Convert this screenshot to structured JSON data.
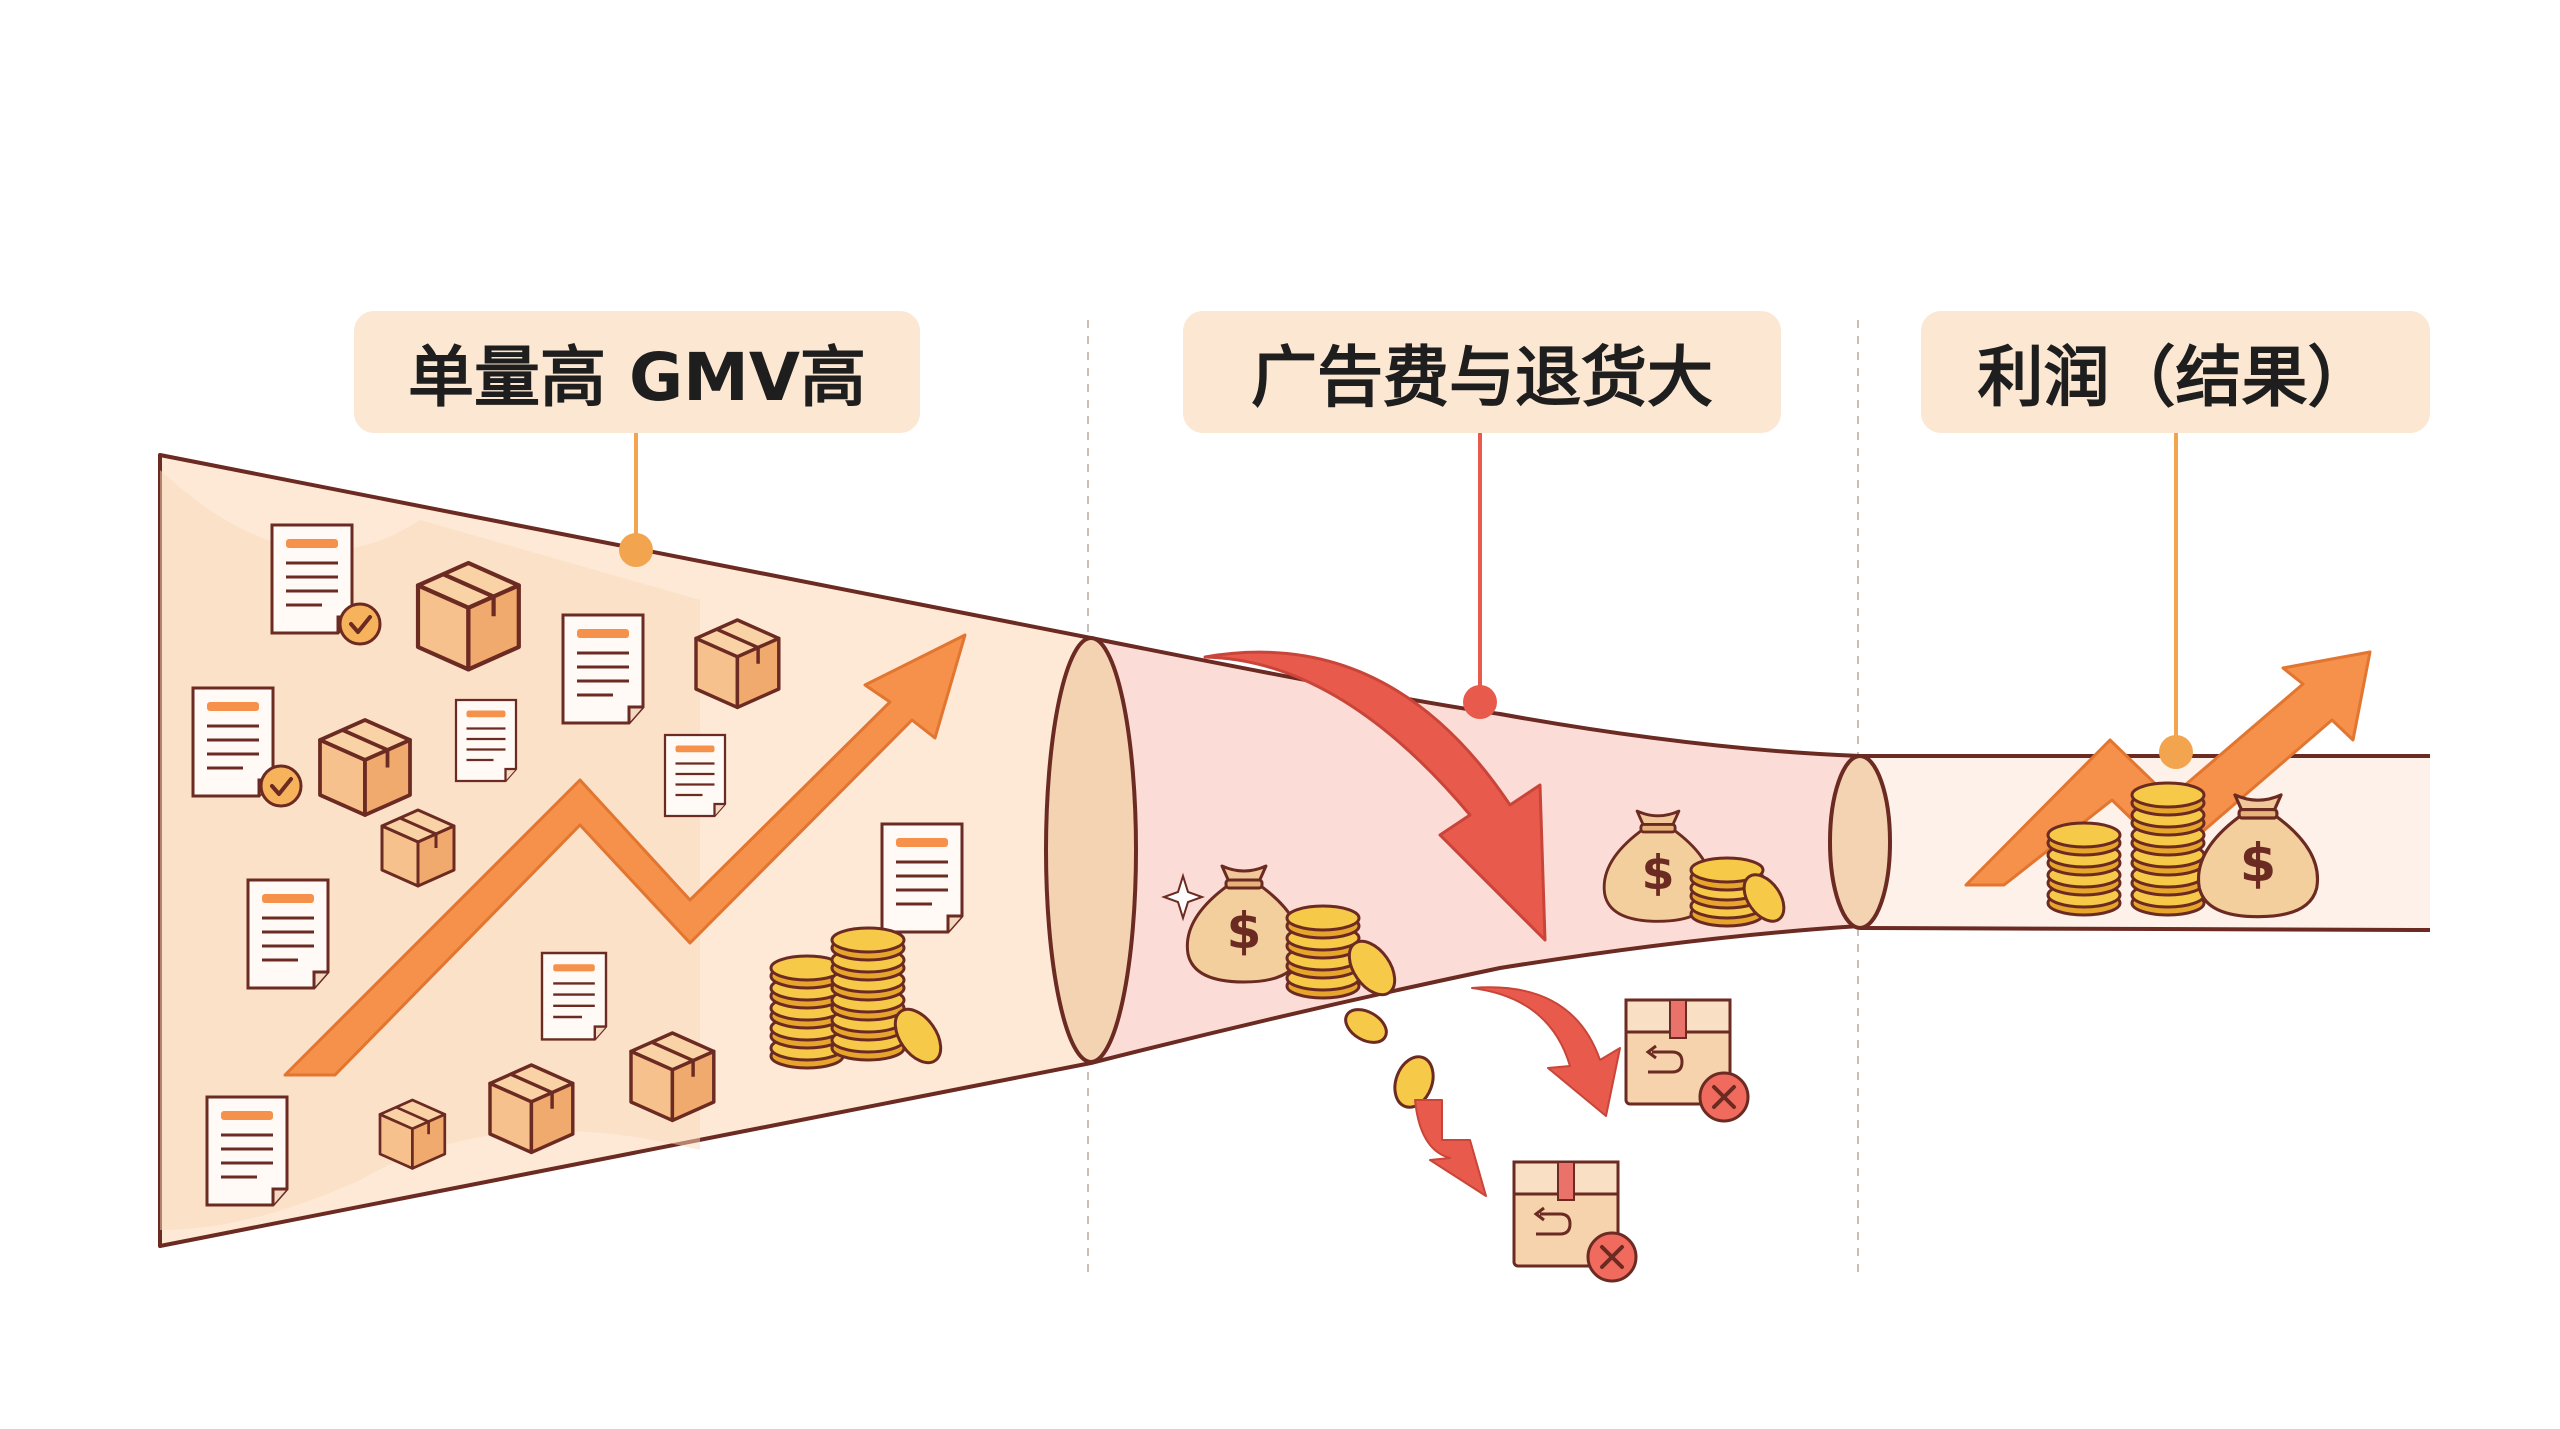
{
  "labels": {
    "stage_1": "单量高 GMV高",
    "stage_2": "广告费与退货大",
    "stage_3": "利润（结果）"
  },
  "colors": {
    "label_bg": "#fbe7d2",
    "funnel_stroke": "#6b2a22",
    "wide_fill": "#fde8d4",
    "mid_fill": "#fbdcd6",
    "narrow_fill": "#fdf0e8",
    "orange_arrow": "#f5914a",
    "red_arrow": "#e85b4c",
    "coin": "#f5c140",
    "callout_orange": "#f2a54e",
    "callout_red": "#e85b4c"
  },
  "icons": [
    "document-icon",
    "package-icon",
    "money-bag-icon",
    "coin-stack-icon",
    "return-package-icon",
    "cancel-icon",
    "sparkle-icon",
    "growth-arrow-icon",
    "loss-arrow-icon"
  ]
}
